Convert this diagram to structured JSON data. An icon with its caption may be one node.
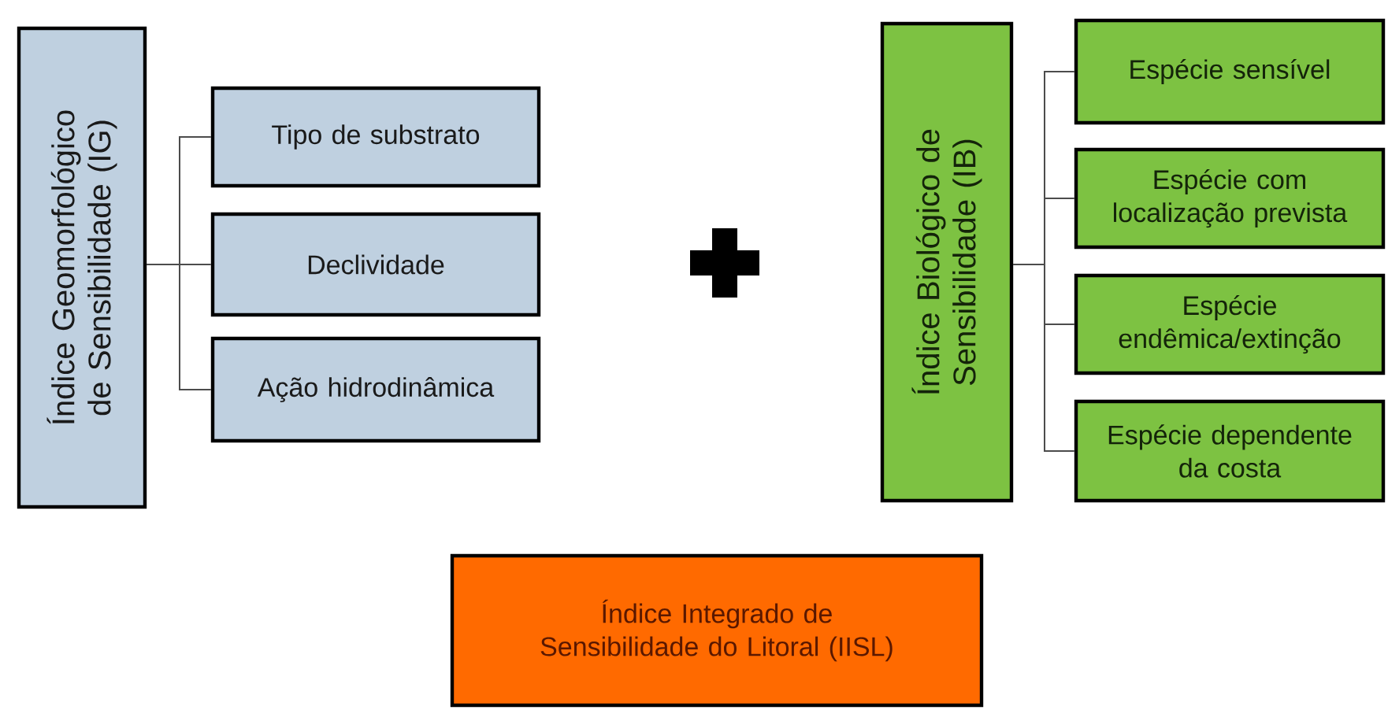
{
  "diagram": {
    "nodes": [
      {
        "text": [
          "Índice Geomorfológico de Sensibilidade (IG)"
        ]
      },
      {
        "text": [
          "Tipo de substrato"
        ]
      },
      {
        "text": [
          "Declividade"
        ]
      },
      {
        "text": [
          "Ação hidrodinâmica"
        ]
      },
      {
        "text": [
          "Índice Biológico de Sensibilidade (IB)"
        ]
      },
      {
        "text": [
          "Espécie sensível"
        ]
      },
      {
        "text": [
          "Espécie com localização prevista"
        ]
      },
      {
        "text": [
          "Espécie endêmica/extinção"
        ]
      },
      {
        "text": [
          "Espécie dependente da costa"
        ]
      },
      {
        "text": [
          "Índice Integrado de Sensibilidade do Litoral (IISL)"
        ]
      }
    ],
    "edges": [
      {
        "from": 0,
        "to": 1,
        "arrow": "none"
      },
      {
        "from": 0,
        "to": 2,
        "arrow": "none"
      },
      {
        "from": 0,
        "to": 3,
        "arrow": "none"
      },
      {
        "from": 4,
        "to": 5,
        "arrow": "none"
      },
      {
        "from": 4,
        "to": 6,
        "arrow": "none"
      },
      {
        "from": 4,
        "to": 7,
        "arrow": "none"
      },
      {
        "from": 4,
        "to": 8,
        "arrow": "none"
      }
    ]
  }
}
